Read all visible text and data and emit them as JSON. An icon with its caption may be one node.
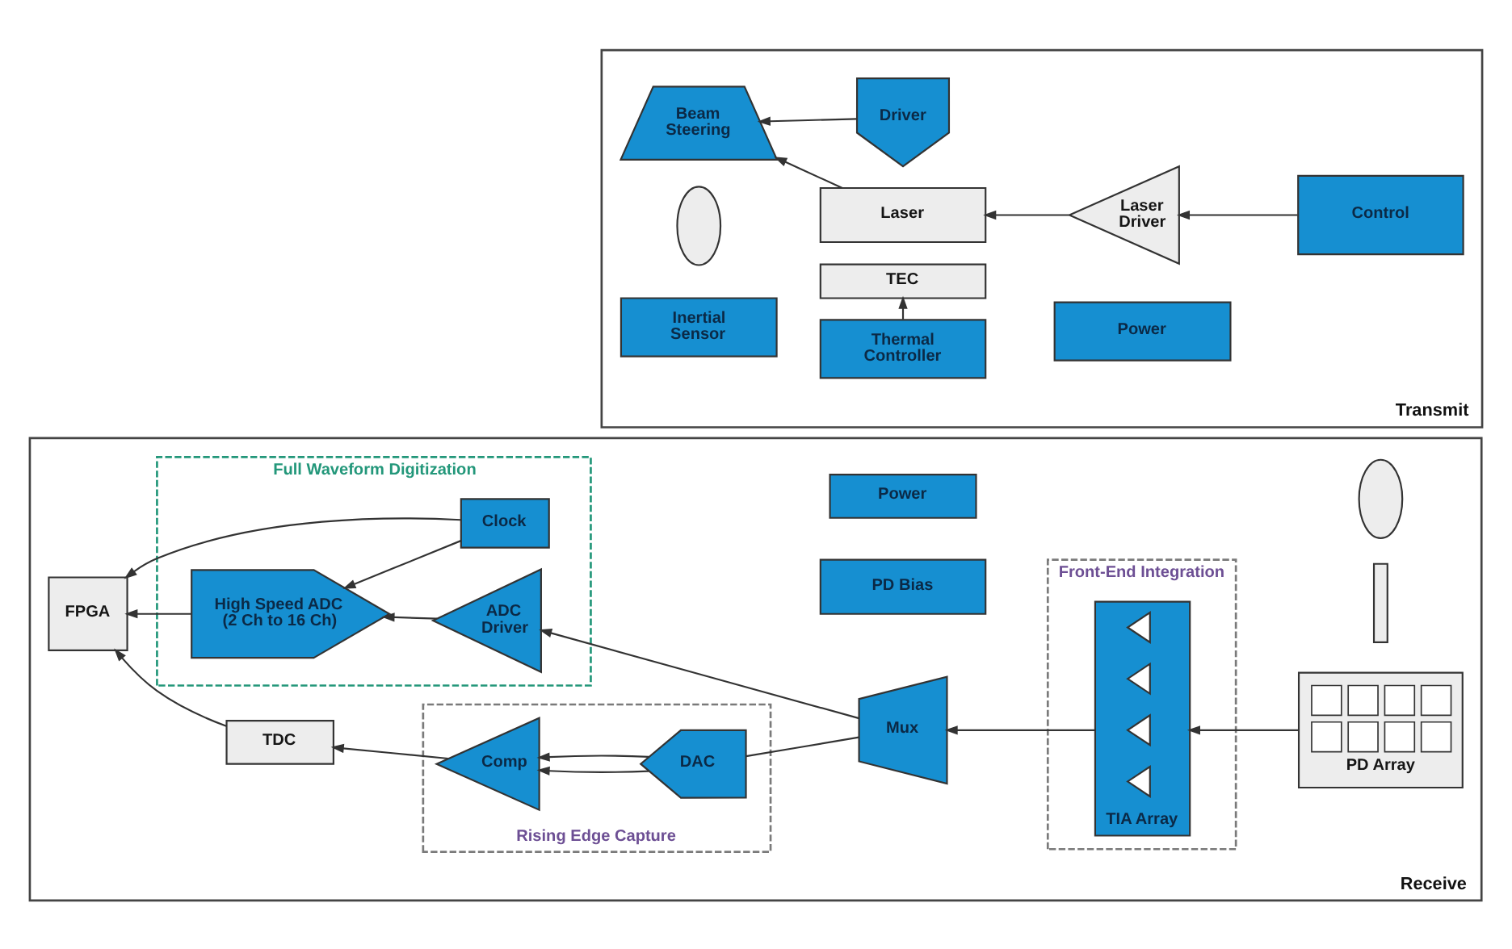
{
  "diagram": {
    "nodes": [
      {
        "text": [
          "Transmit"
        ]
      },
      {
        "text": [
          "Driver"
        ],
        "in": 0
      },
      {
        "text": [
          "Control"
        ],
        "in": 0
      },
      {
        "text": [
          "Laser Driver"
        ],
        "in": 0
      },
      {
        "text": [
          "Laser"
        ],
        "in": 0
      },
      {
        "text": [
          "Beam Steering"
        ],
        "in": 0
      },
      {
        "text": [],
        "shape": "ellipse",
        "in": 0
      },
      {
        "text": [
          "TEC"
        ],
        "in": 0
      },
      {
        "text": [
          "Power"
        ],
        "in": 0
      },
      {
        "text": [
          "Thermal Controller"
        ],
        "in": 0
      },
      {
        "text": [
          "Inertial Sensor"
        ],
        "in": 0
      },
      {
        "text": [
          "Receive"
        ]
      },
      {
        "text": [
          "Full Waveform Digitization"
        ],
        "in": 11
      },
      {
        "text": [
          "Front-End Integration"
        ],
        "in": 11
      },
      {
        "text": [
          "Clock"
        ],
        "in": 12
      },
      {
        "text": [
          "High Speed ADC (2 Ch to 16 Ch)"
        ],
        "in": 12
      },
      {
        "text": [
          "ADC Driver"
        ],
        "in": 12
      },
      {
        "text": [
          "Mux"
        ],
        "in": 11
      },
      {
        "text": [
          "TIA Array"
        ],
        "in": 13
      },
      {
        "text": [],
        "shape": "triangle",
        "in": 18
      },
      {
        "text": [],
        "shape": "triangle",
        "in": 18
      },
      {
        "text": [],
        "shape": "triangle",
        "in": 18
      },
      {
        "text": [],
        "shape": "triangle",
        "in": 18
      },
      {
        "text": [
          "PD Array"
        ],
        "in": 11
      },
      {
        "text": [],
        "shape": "box",
        "in": 11
      },
      {
        "text": [],
        "shape": "ellipse",
        "in": 11
      },
      {
        "text": [
          "FPGA"
        ],
        "in": 11
      },
      {
        "text": [
          "TDC"
        ],
        "in": 11
      },
      {
        "text": [
          "Rising Edge Capture"
        ],
        "in": 11
      },
      {
        "text": [
          "Comp"
        ],
        "in": 28
      },
      {
        "text": [
          "DAC"
        ],
        "in": 28
      },
      {
        "text": [
          "PD Bias"
        ],
        "in": 11
      },
      {
        "text": [
          "Power"
        ],
        "in": 11
      }
    ],
    "edges": [
      {
        "from": 2,
        "to": 3,
        "arrow": "to"
      },
      {
        "from": 3,
        "to": 4,
        "arrow": "to"
      },
      {
        "from": 4,
        "to": 5,
        "arrow": "to"
      },
      {
        "from": 1,
        "to": 5,
        "arrow": "to"
      },
      {
        "from": 9,
        "to": 7,
        "arrow": "to"
      },
      {
        "from": 23,
        "to": 18,
        "arrow": "to"
      },
      {
        "from": 18,
        "to": 17,
        "arrow": "to"
      },
      {
        "from": 17,
        "to": 16,
        "arrow": "to"
      },
      {
        "from": 16,
        "to": 15,
        "arrow": "to"
      },
      {
        "from": 14,
        "to": 15,
        "arrow": "to"
      },
      {
        "from": 14,
        "to": 26,
        "arrow": "to"
      },
      {
        "from": 15,
        "to": 26,
        "arrow": "to"
      },
      {
        "from": 17,
        "to": 30,
        "arrow": "none"
      },
      {
        "from": 30,
        "to": 29,
        "arrow": "to"
      },
      {
        "from": 30,
        "to": 29,
        "arrow": "to"
      },
      {
        "from": 29,
        "to": 27,
        "arrow": "to"
      },
      {
        "from": 27,
        "to": 26,
        "arrow": "to"
      }
    ]
  }
}
